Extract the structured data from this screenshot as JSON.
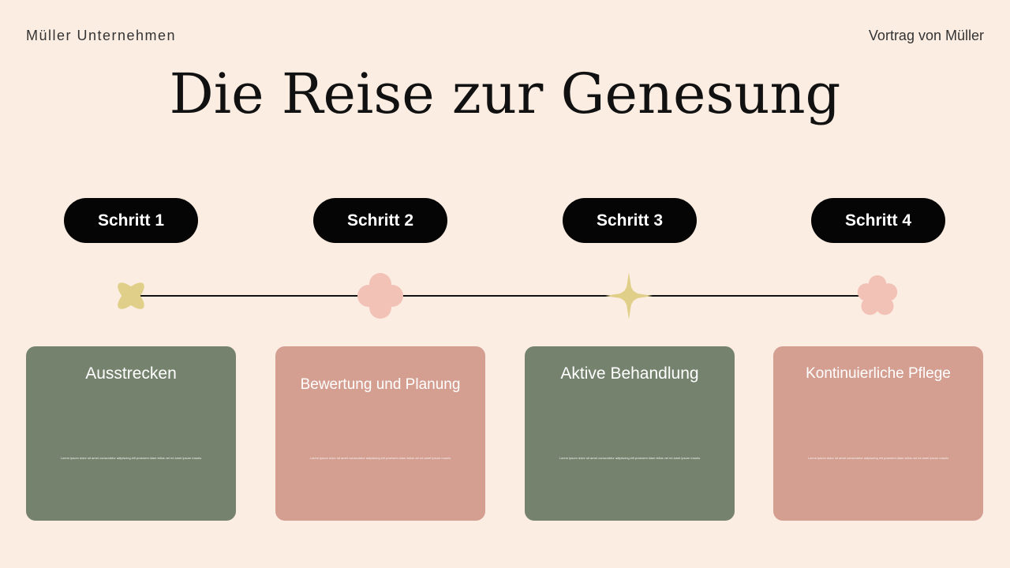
{
  "header": {
    "company": "Müller Unternehmen",
    "presenter": "Vortrag von Müller"
  },
  "title": "Die Reise zur Genesung",
  "colors": {
    "background": "#fcede2",
    "pill": "#050505",
    "card_green": "#75836e",
    "card_pink": "#d49e91",
    "shape_yellow": "#e0cf88",
    "shape_pink": "#f2c2b7"
  },
  "steps": [
    {
      "label": "Schritt 1",
      "icon": "four-petal-flower-icon",
      "card_title": "Ausstrecken",
      "card_text": "Lorem ipsum dolor sit amet consectetur adipiscing elit praesent diam tellus vel mi amet ipsum mauris"
    },
    {
      "label": "Schritt 2",
      "icon": "cloud-flower-icon",
      "card_title": "Bewertung und Planung",
      "card_text": "Lorem ipsum dolor sit amet consectetur adipiscing elit praesent diam tellus vel mi amet ipsum mauris"
    },
    {
      "label": "Schritt 3",
      "icon": "four-point-star-icon",
      "card_title": "Aktive Behandlung",
      "card_text": "Lorem ipsum dolor sit amet consectetur adipiscing elit praesent diam tellus vel mi amet ipsum mauris"
    },
    {
      "label": "Schritt 4",
      "icon": "flower-icon",
      "card_title": "Kontinuierliche Pflege",
      "card_text": "Lorem ipsum dolor sit amet consectetur adipiscing elit praesent diam tellus vel mi amet ipsum mauris"
    }
  ]
}
